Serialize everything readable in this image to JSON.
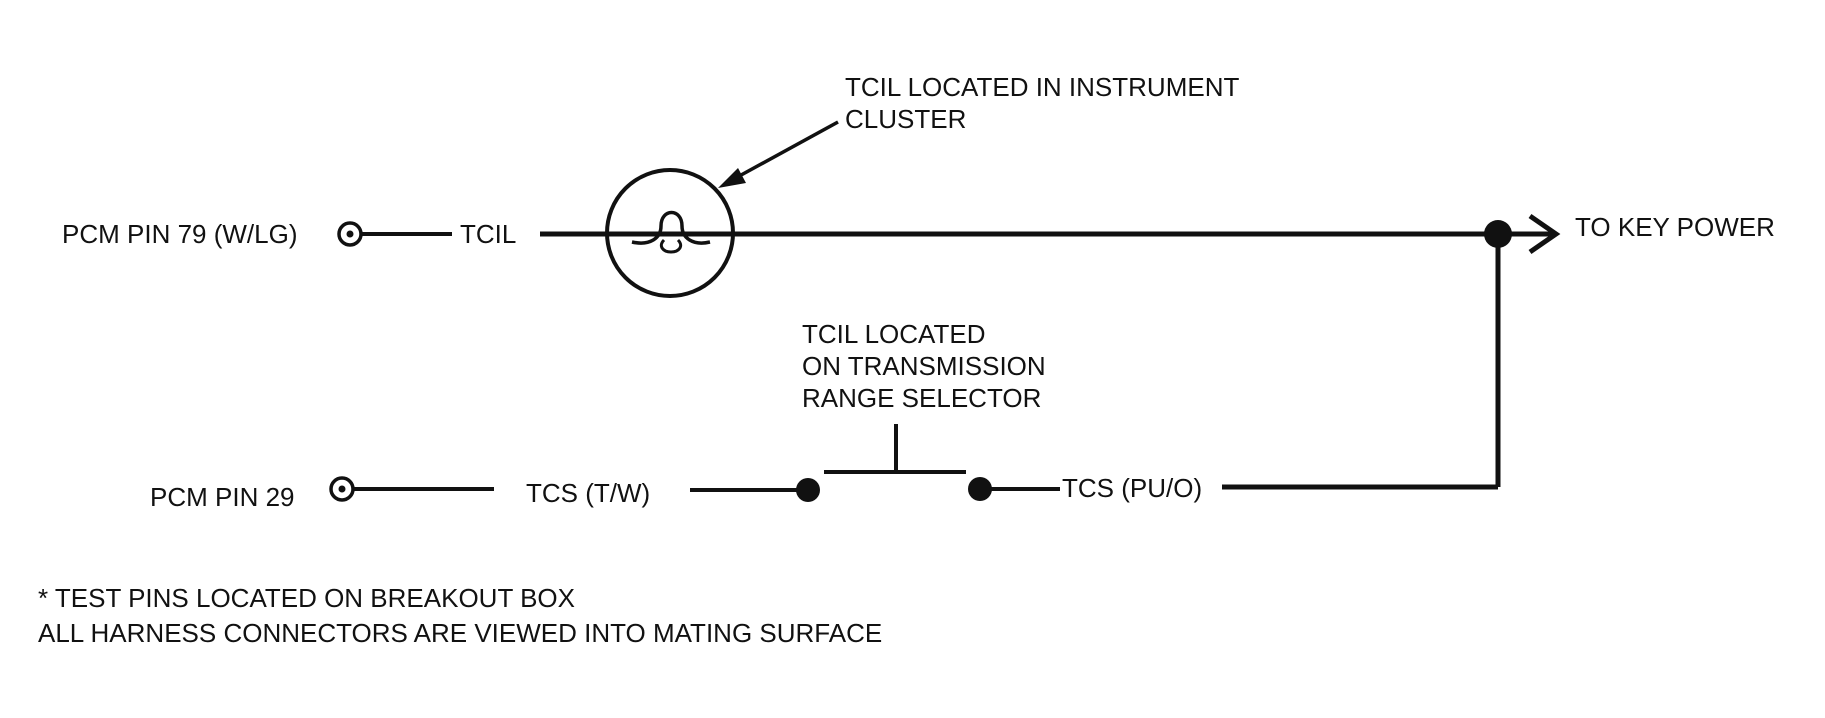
{
  "colors": {
    "ink": "#111111",
    "background": "#ffffff"
  },
  "pcm_pin_79": {
    "label": "PCM PIN 79 (W/LG)",
    "wire": "TCIL"
  },
  "pcm_pin_29": {
    "label": "PCM PIN 29",
    "wire": "TCS (T/W)"
  },
  "lamp": {
    "callout_line1": "TCIL LOCATED IN INSTRUMENT",
    "callout_line2": "CLUSTER"
  },
  "switch": {
    "callout_line1": "TCIL LOCATED",
    "callout_line2": "ON TRANSMISSION",
    "callout_line3": "RANGE SELECTOR",
    "output_wire": "TCS (PU/O)"
  },
  "key_power": {
    "label": "TO KEY POWER"
  },
  "notes": {
    "line1": "* TEST PINS LOCATED ON BREAKOUT BOX",
    "line2": "ALL HARNESS CONNECTORS ARE VIEWED INTO MATING SURFACE"
  }
}
